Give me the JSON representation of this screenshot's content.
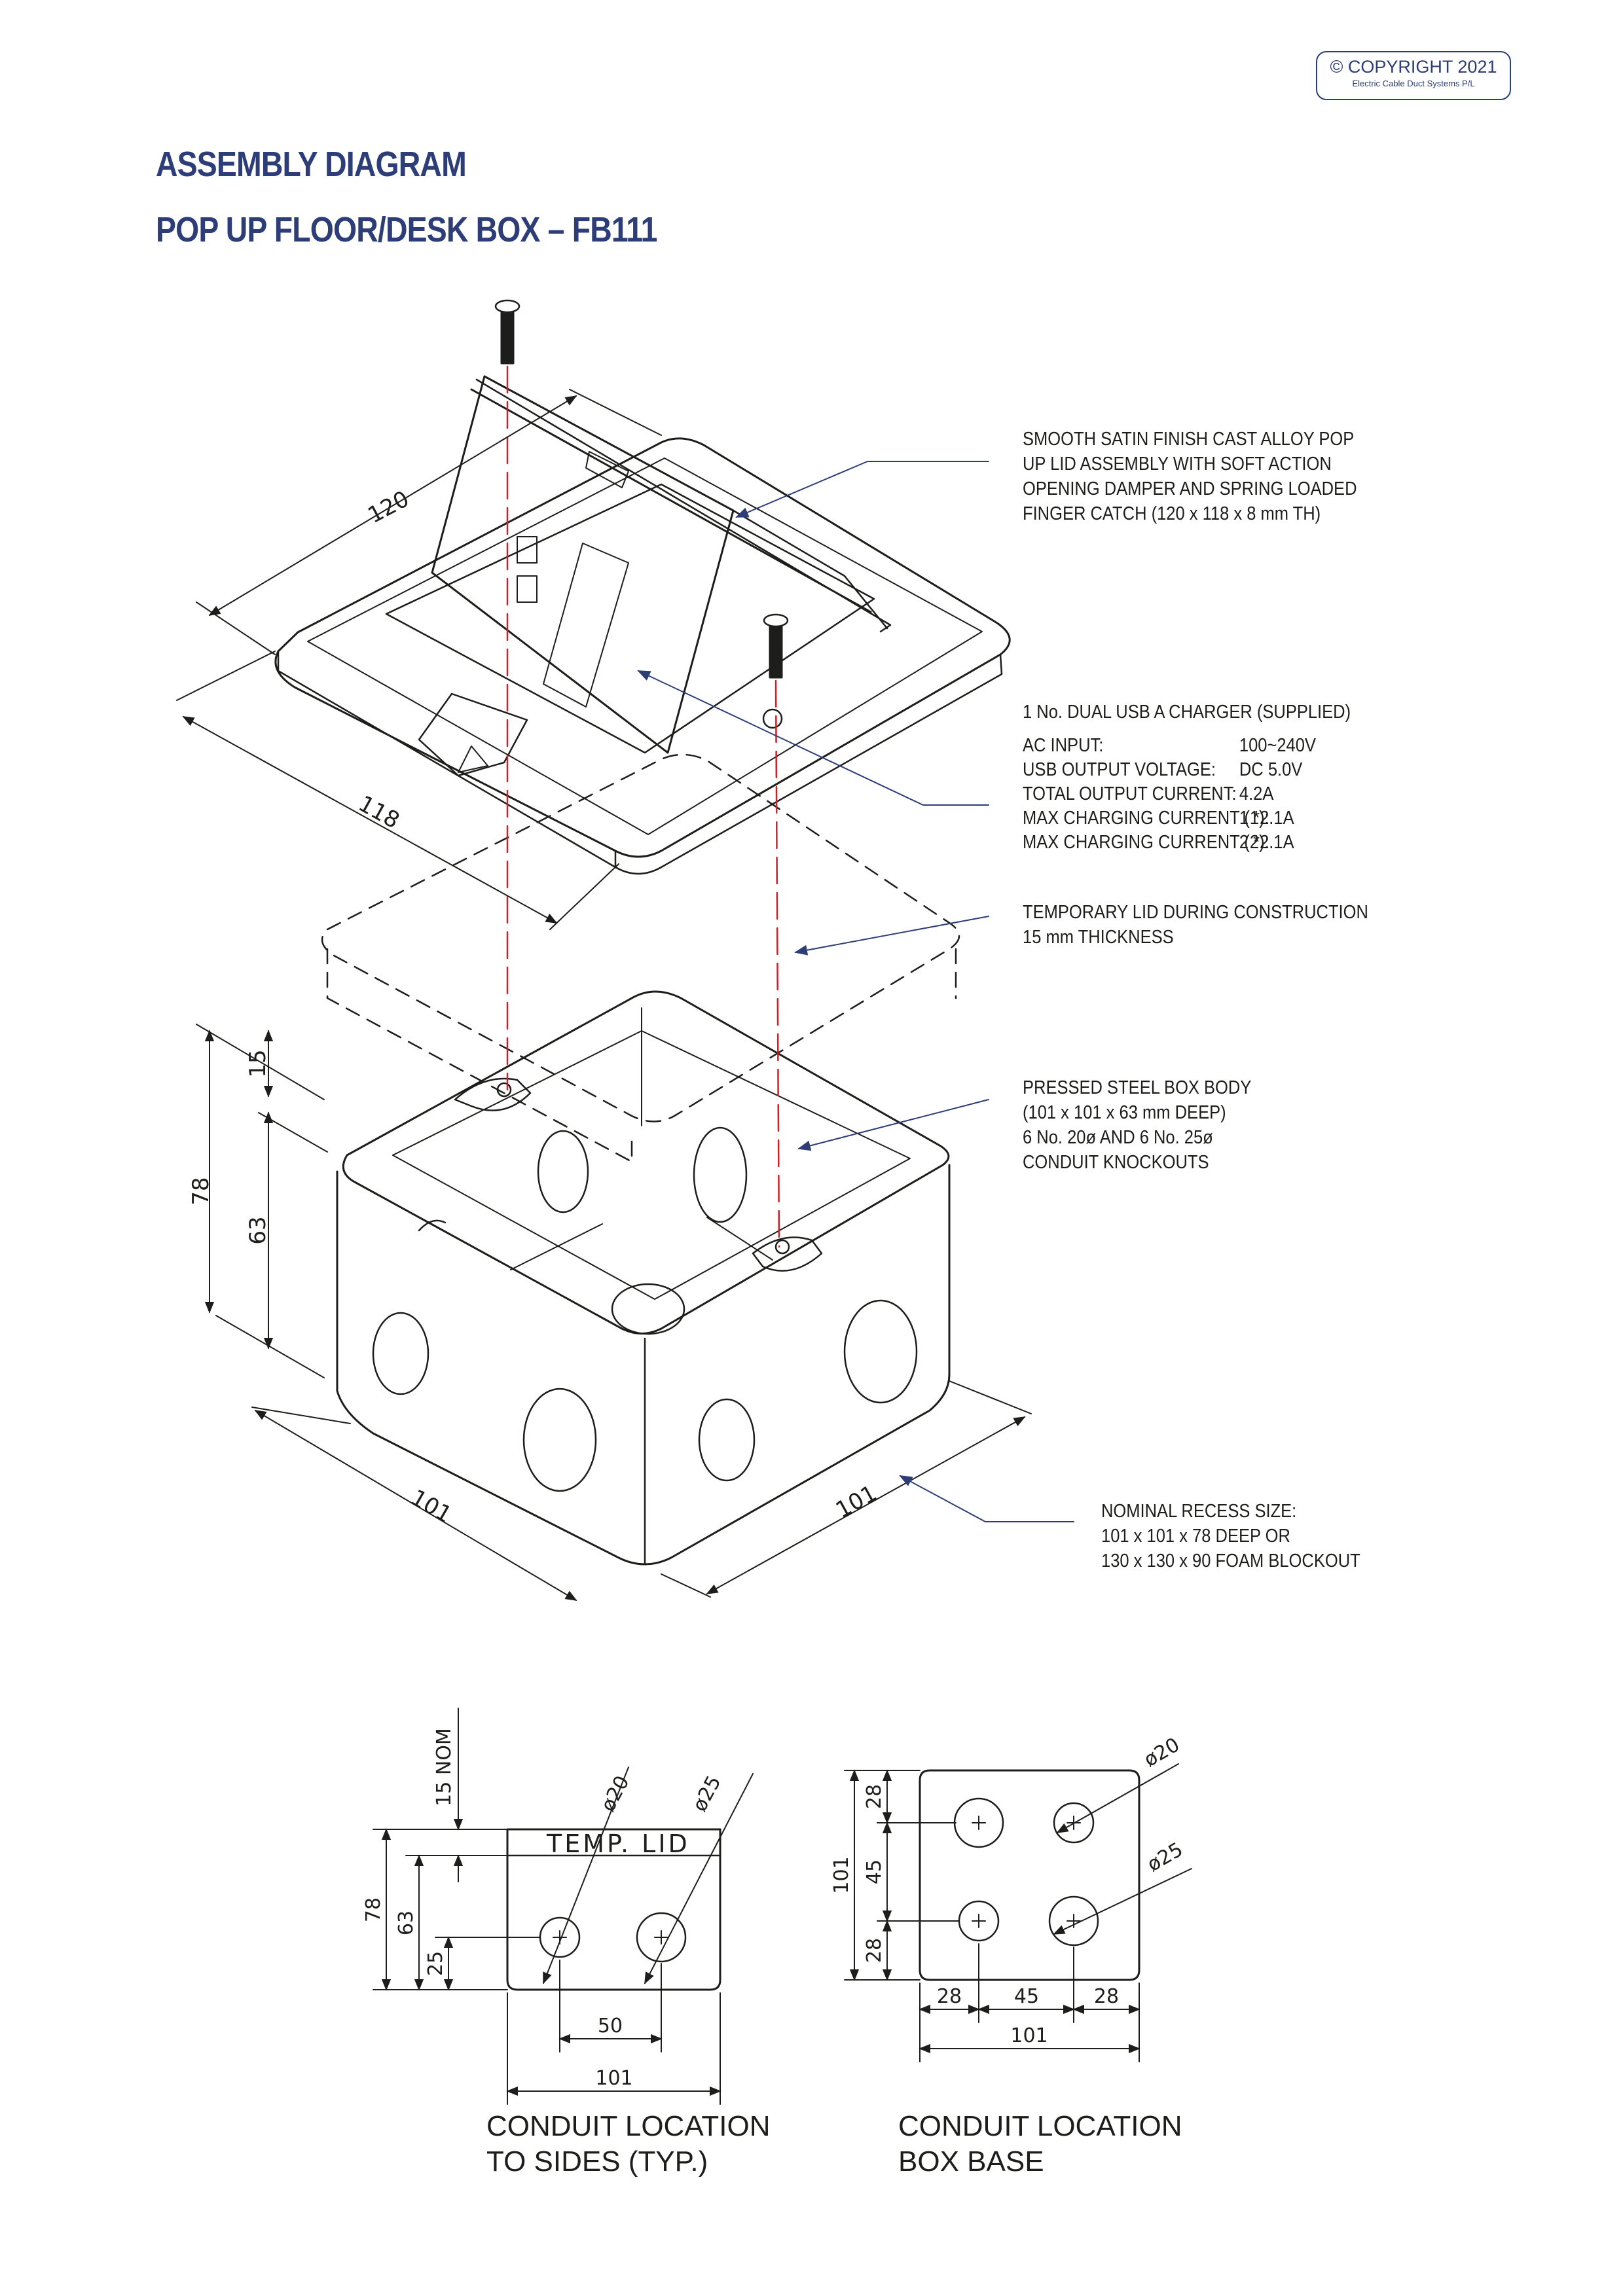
{
  "copyright": {
    "line1": "© COPYRIGHT 2021",
    "line2": "Electric Cable Duct Systems P/L"
  },
  "title": "ASSEMBLY DIAGRAM",
  "subtitle": "POP UP FLOOR/DESK BOX – FB111",
  "callouts": {
    "lid": [
      "SMOOTH SATIN FINISH CAST ALLOY POP",
      "UP LID ASSEMBLY WITH SOFT ACTION",
      "OPENING DAMPER AND SPRING LOADED",
      "FINGER CATCH (120 x 118 x 8 mm TH)"
    ],
    "charger": {
      "heading": "1 No. DUAL USB A CHARGER (SUPPLIED)",
      "specs": [
        {
          "label": "AC INPUT:",
          "value": "100~240V"
        },
        {
          "label": "USB OUTPUT VOLTAGE:",
          "value": "DC 5.0V"
        },
        {
          "label": "TOTAL OUTPUT CURRENT:",
          "value": "4.2A"
        },
        {
          "label": "MAX CHARGING CURRENT (1):",
          "value": "1 *2.1A"
        },
        {
          "label": "MAX CHARGING CURRENT (2):",
          "value": "2 *2.1A"
        }
      ]
    },
    "temp_lid": [
      "TEMPORARY LID DURING CONSTRUCTION",
      "15 mm THICKNESS"
    ],
    "box_body": [
      "PRESSED STEEL BOX BODY",
      "(101 x 101 x 63 mm DEEP)",
      "6 No. 20ø AND 6 No. 25ø",
      "CONDUIT KNOCKOUTS"
    ],
    "recess": [
      "NOMINAL RECESS SIZE:",
      "101 x 101 x 78 DEEP OR",
      "130 x 130 x 90 FOAM BLOCKOUT"
    ]
  },
  "dimensions_iso": {
    "d120": "120",
    "d118": "118",
    "d78": "78",
    "d15": "15",
    "d63": "63",
    "d101a": "101",
    "d101b": "101"
  },
  "side_view": {
    "lid_label": "TEMP. LID",
    "d15nom": "15 NOM",
    "d78": "78",
    "d63": "63",
    "d25": "25",
    "d50": "50",
    "d101": "101",
    "phi20": "ø20",
    "phi25": "ø25",
    "caption": [
      "CONDUIT LOCATION",
      "TO SIDES (TYP.)"
    ]
  },
  "base_view": {
    "d28a": "28",
    "d45a": "45",
    "d28b": "28",
    "d101v": "101",
    "d28c": "28",
    "d45b": "45",
    "d28d": "28",
    "d101h": "101",
    "phi20": "ø20",
    "phi25": "ø25",
    "caption": [
      "CONDUIT LOCATION",
      "BOX BASE"
    ]
  },
  "colors": {
    "title": "#2c3d78",
    "leader": "#2c3d78",
    "guide": "#d21f26",
    "line": "#1d1d1b"
  }
}
